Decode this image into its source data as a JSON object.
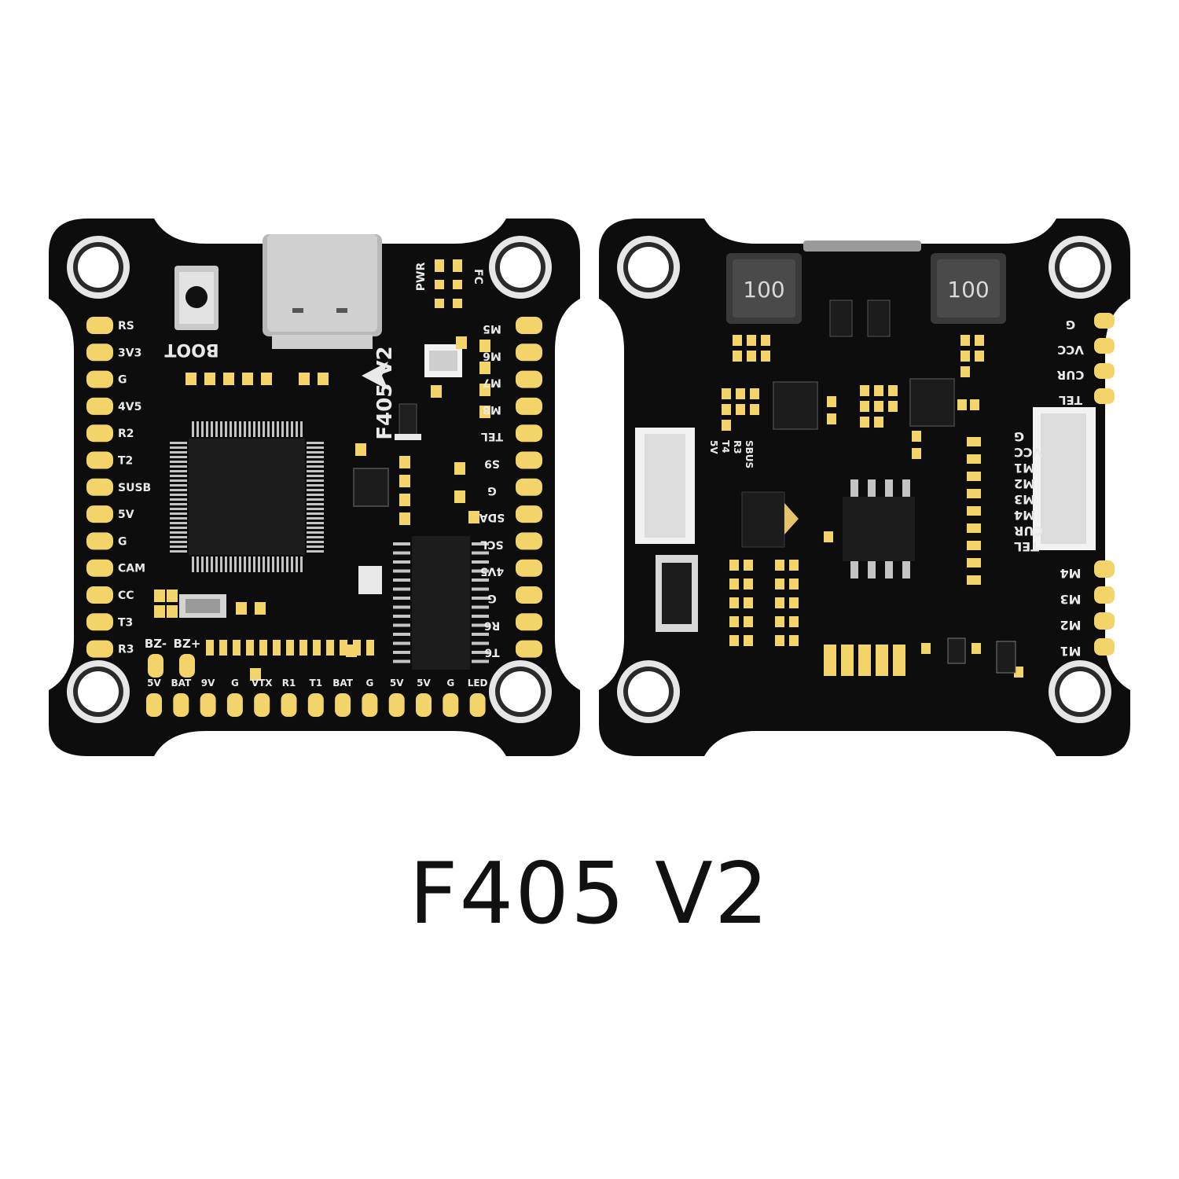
{
  "caption": "F405 V2",
  "colors": {
    "board": "#0d0d0d",
    "pad_gold": "#f2d46b",
    "silk": "#e9e9e9",
    "chip": "#1c1c1c",
    "metal": "#c4c4c4"
  },
  "fc_board": {
    "model_label": "F405 V2",
    "boot_label": "BOOT",
    "led_labels": [
      "PWR",
      "FC"
    ],
    "left_pads": [
      "RS",
      "3V3",
      "G",
      "4V5",
      "R2",
      "T2",
      "SUSB",
      "5V",
      "G",
      "CAM",
      "CC",
      "T3",
      "R3"
    ],
    "right_pads": [
      "M5",
      "M6",
      "M7",
      "M8",
      "TEL",
      "S9",
      "G",
      "SDA",
      "SCL",
      "4V5",
      "G",
      "R6",
      "T6"
    ],
    "buzzer_labels": [
      "BZ-",
      "BZ+"
    ],
    "bottom_pads": [
      "5V",
      "BAT",
      "9V",
      "G",
      "VTX",
      "R1",
      "T1",
      "BAT",
      "G",
      "5V",
      "5V",
      "G",
      "LED"
    ]
  },
  "esc_board": {
    "inductor_labels": [
      "100",
      "100"
    ],
    "right_top_pads": [
      "G",
      "VCC",
      "CUR",
      "TEL"
    ],
    "connector_labels": [
      "G",
      "VCC",
      "M1",
      "M2",
      "M3",
      "M4",
      "CUR",
      "TEL"
    ],
    "left_connector_labels": [
      "5V",
      "T4",
      "R3",
      "SBUS"
    ],
    "motor_pads": [
      "M4",
      "M3",
      "M2",
      "M1"
    ]
  }
}
